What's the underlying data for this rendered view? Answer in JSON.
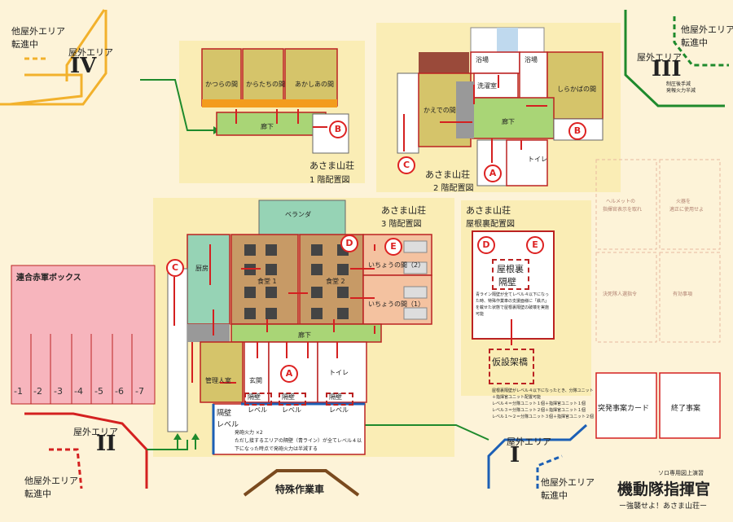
{
  "areas": {
    "outside_iv": {
      "label": "屋外エリア",
      "numeral": "IV",
      "note": "他屋外エリア",
      "note2": "転進中"
    },
    "outside_iii": {
      "label": "屋外エリア",
      "numeral": "III",
      "note": "他屋外エリア",
      "note2": "転進中",
      "small1": "制圧後手減",
      "small2": "発報火力半減"
    },
    "outside_ii": {
      "label": "屋外エリア",
      "numeral": "II",
      "note": "他屋外エリア",
      "note2": "転進中"
    },
    "outside_i": {
      "label": "屋外エリア",
      "numeral": "I",
      "note": "他屋外エリア",
      "note2": "転進中"
    }
  },
  "floor1": {
    "title": "あさま山荘",
    "subtitle": "1 階配置図",
    "rooms": [
      "かつらの間",
      "からたちの間",
      "あかしあの間",
      "廊下"
    ]
  },
  "floor2": {
    "title": "あさま山荘",
    "subtitle": "2 階配置図",
    "rooms": [
      "浴場",
      "浴場",
      "洗濯室",
      "かえでの間",
      "廊下",
      "しらかばの間",
      "トイレ"
    ]
  },
  "floor3": {
    "title": "あさま山荘",
    "subtitle": "3 階配置図",
    "rooms": [
      "ベランダ",
      "厨房",
      "食堂 1",
      "食堂 2",
      "いちょうの間（2）",
      "いちょうの間（1）",
      "廊下",
      "管理人室",
      "玄関",
      "トイレ"
    ],
    "walls": [
      "隔壁",
      "隔壁",
      "隔壁"
    ],
    "levels": [
      "レベル",
      "レベル",
      "レベル"
    ],
    "wall_left": "隔壁",
    "level_left": "レベル",
    "note1": "発砲火力 ×2",
    "note2": "ただし接するエリアの隔壁（青ライン）が全てレベル４以",
    "note3": "下になった時点で発砲火力は半減する"
  },
  "attic": {
    "title": "あさま山荘",
    "subtitle": "屋根裏配置図",
    "wall_title": "屋根裏",
    "wall_title2": "隔壁",
    "note": "青ライン隔壁が全てレベル４以下になった時、特殊作業車の支援面様に「鉄爪」を載せた状態で屋根裏隔壁の破壊を実施可能",
    "bridge": "仮設架橋",
    "rules": [
      "屋根裏隔壁がレベル４以下になったとき、分隊ユニット",
      "＋指揮官ユニット配置可能",
      "レベル４＝分隊ユニット１個＋指揮官ユニット１個",
      "レベル３＝分隊ユニット２個＋指揮官ユニット１個",
      "レベル１～２＝分隊ユニット３個＋指揮官ユニット２個"
    ]
  },
  "red_box": {
    "title": "連合赤軍ボックス",
    "levels": [
      "-1",
      "-2",
      "-3",
      "-4",
      "-5",
      "-6",
      "-7"
    ]
  },
  "tracks": {
    "t1": "ヘルメットの",
    "t1b": "指揮官表示を取れ",
    "t2": "火器を",
    "t2b": "適正に使用せよ",
    "t3": "決死隊人選指令",
    "t4": "有効事項"
  },
  "cards": {
    "sudden": "突発事案カード",
    "end": "終了事案"
  },
  "vehicle": "特殊作業車",
  "markers": {
    "A": "A",
    "B": "B",
    "C": "C",
    "D": "D",
    "E": "E"
  },
  "logo": {
    "top": "ソロ専用図上演習",
    "title": "機動隊指揮官",
    "sub": "ー強襲せよ！あさま山荘ー"
  }
}
